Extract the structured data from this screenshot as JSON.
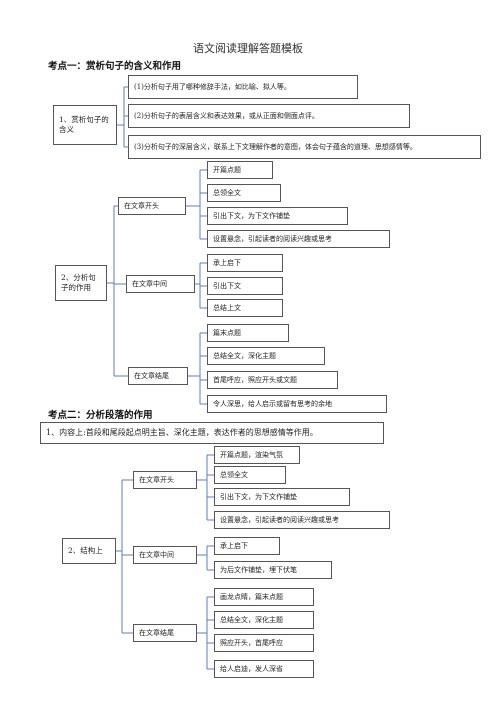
{
  "title": "语文阅读理解答题模板",
  "section1": {
    "heading": "考点一：赏析句子的含义和作用",
    "part1": {
      "label": "1、赏析句子的含义",
      "items": [
        "(1)分析句子用了哪种修辞手法，如比喻、拟人等。",
        "(2)分析句子的表层含义和表达效果，或从正面和侧面点评。",
        "(3)分析句子的深层含义，联系上下文理解作者的意图，体会句子蕴含的道理、思想感情等。"
      ]
    },
    "part2": {
      "label": "2、分析句子的作用",
      "groups": [
        {
          "label": "在文章开头",
          "items": [
            "开篇点题",
            "总领全文",
            "引出下文，为下文作铺垫",
            "设置悬念，引起读者的阅读兴趣或思考"
          ]
        },
        {
          "label": "在文章中间",
          "items": [
            "承上启下",
            "引出下文",
            "总结上文"
          ]
        },
        {
          "label": "在文章结尾",
          "items": [
            "篇末点题",
            "总结全文，深化主题",
            "首尾呼应，照应开头或文题",
            "令人深思，给人启示或留有思考的余地"
          ]
        }
      ]
    }
  },
  "section2": {
    "heading": "考点二：分析段落的作用",
    "content_box": "1、内容上:首段和尾段起点明主旨、深化主题，表达作者的思想感情等作用。",
    "structure": {
      "label": "2、结构上",
      "groups": [
        {
          "label": "在文章开头",
          "items": [
            "开篇点题，渲染气氛",
            "总领全文",
            "引出下文，为下文作铺垫",
            "设置悬念，引起读者的阅读兴趣或思考"
          ]
        },
        {
          "label": "在文章中间",
          "items": [
            "承上启下",
            "为后文作铺垫，埋下伏笔"
          ]
        },
        {
          "label": "在文章结尾",
          "items": [
            "画龙点睛，篇末点题",
            "总结全文，深化主题",
            "照应开头，首尾呼应",
            "给人启迪，发人深省"
          ]
        }
      ]
    }
  }
}
